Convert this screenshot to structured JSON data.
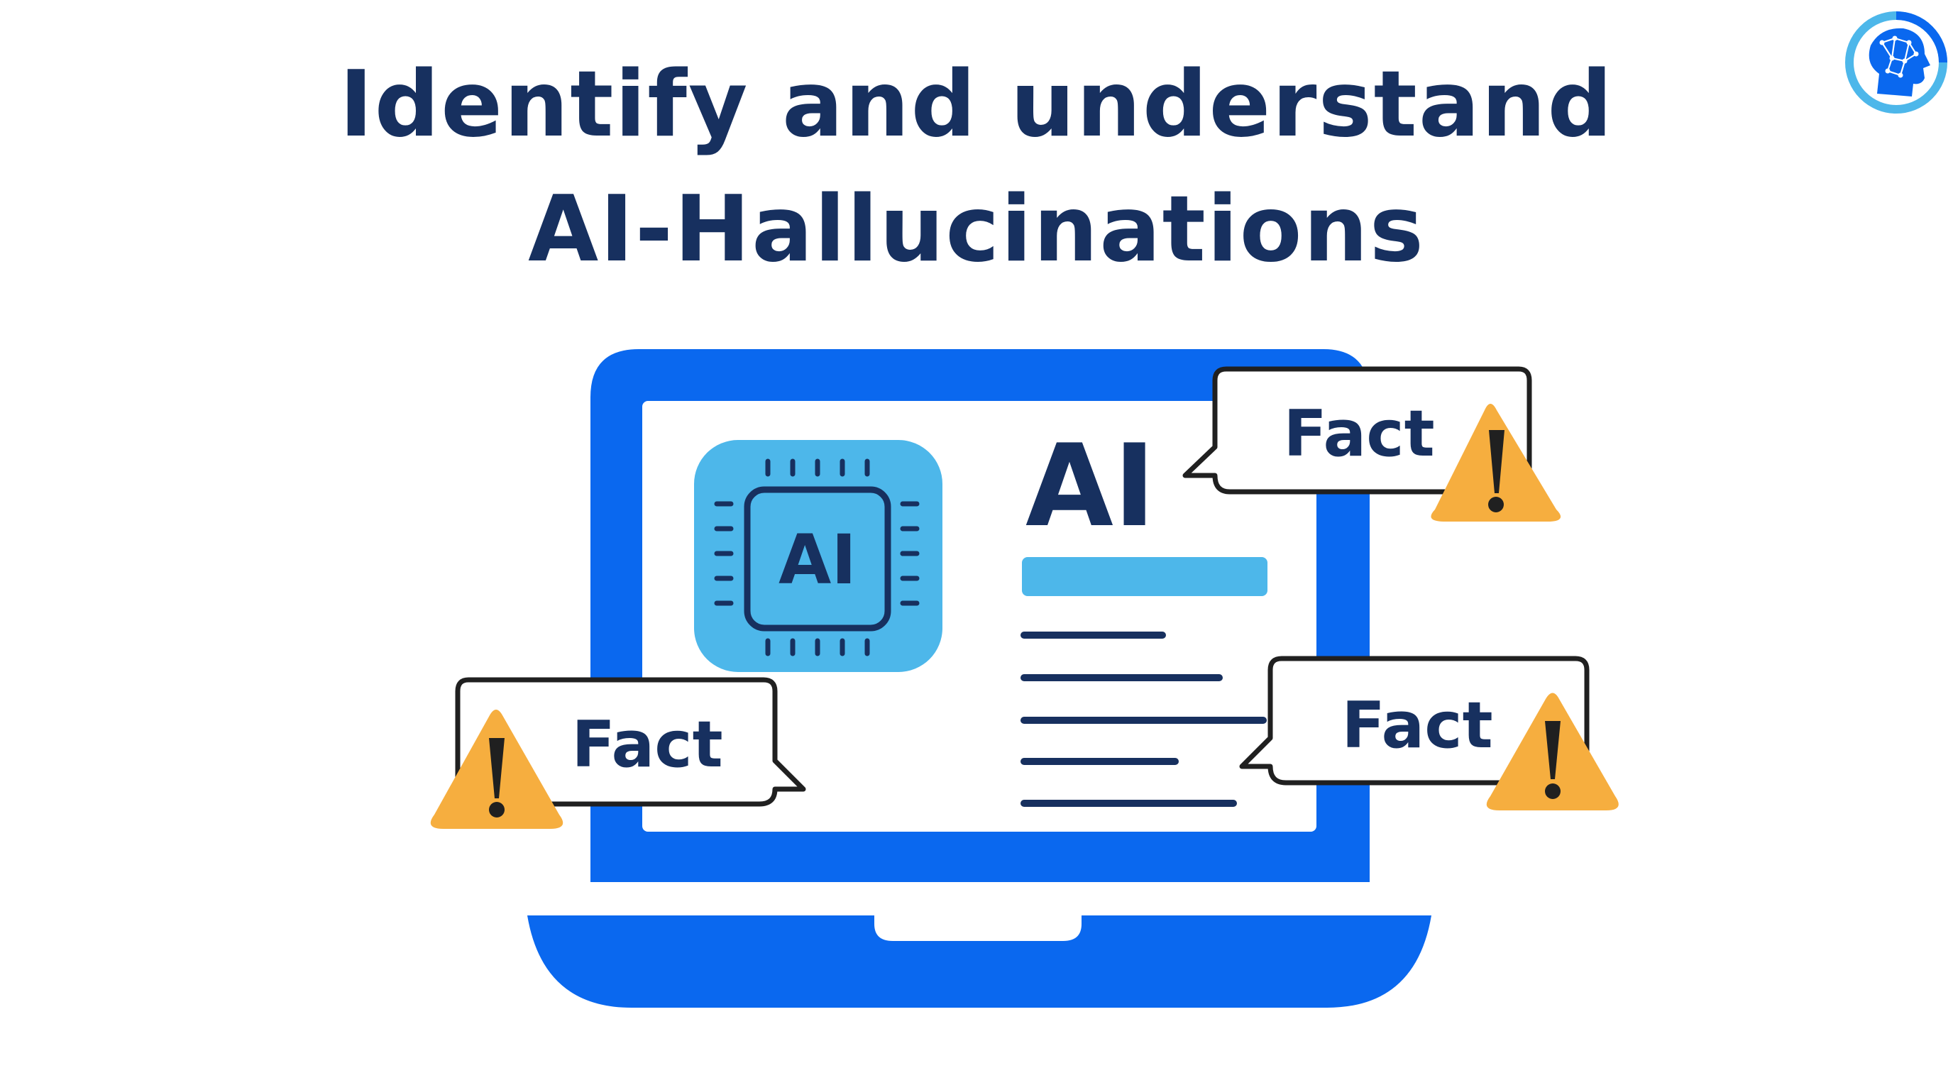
{
  "title": {
    "line1": "Identify and understand",
    "line2": "AI-Hallucinations"
  },
  "screen": {
    "chip_label": "AI",
    "heading": "AI"
  },
  "bubbles": [
    {
      "label": "Fact"
    },
    {
      "label": "Fact"
    },
    {
      "label": "Fact"
    }
  ],
  "icons": {
    "chip": "ai-chip-icon",
    "warning": "warning-triangle-icon",
    "logo": "ai-brain-head-logo"
  },
  "colors": {
    "title": "#17305f",
    "laptop": "#0a68ef",
    "chip_bg": "#4db7ea",
    "warning": "#f6ae3f",
    "outline": "#202020"
  }
}
